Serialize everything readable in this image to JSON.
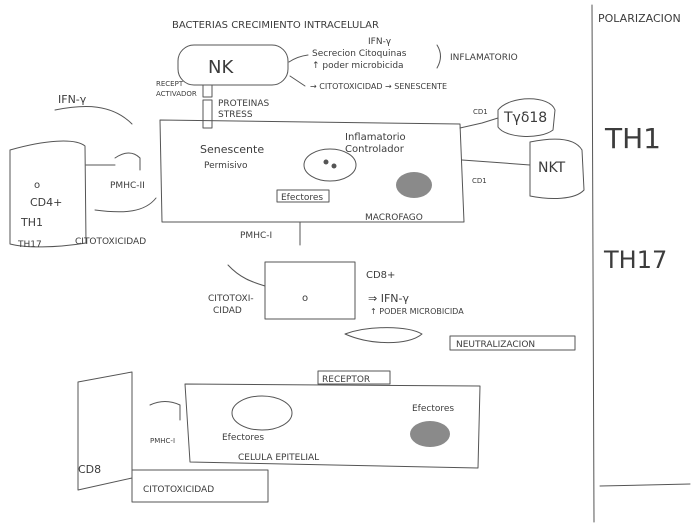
{
  "title": "BACTERIAS CRECIMIENTO INTRACELULAR",
  "sidebar": {
    "heading": "POLARIZACION",
    "th1": "TH1",
    "th17": "TH17"
  },
  "nk": {
    "label": "NK",
    "out_ifn": "IFN-γ",
    "out_secretion": "Secrecion Citoquinas",
    "out_power": "↑ poder microbicida",
    "inflammatory": "INFLAMATORIO",
    "cytotoxicity": "→ CITOTOXICIDAD → SENESCENTE",
    "receptor": "RECEPT ACTIVADOR",
    "stress": "PROTEINAS STRESS"
  },
  "cd4": {
    "ifn": "IFN-γ",
    "line1": "o",
    "line2": "CD4+",
    "line3": "TH1",
    "line4": "TH17",
    "pmhc": "PMHC-II",
    "cytotox": "CITOTOXICIDAD"
  },
  "macrophage": {
    "senescent": "Senescente",
    "permissive": "Permisivo",
    "inflammatory": "Inflamatorio",
    "controller": "Controlador",
    "effectors": "Efectores",
    "label": "MACROFAGO",
    "pmhc1": "PMHC-I"
  },
  "tgd": {
    "label": "Tγδ18",
    "cd1": "CD1"
  },
  "nkt": {
    "label": "NKT",
    "cd1": "CD1"
  },
  "cd8_top": {
    "label": "CD8+",
    "cytotox": "CITOTOXI-CIDAD",
    "cell": "o",
    "ifn": "⇒ IFN-γ",
    "power": "↑ PODER MICROBICIDA"
  },
  "antibody": {
    "neutralization": "NEUTRALIZACION",
    "receptor": "RECEPTOR"
  },
  "epithelial": {
    "label": "CELULA EPITELIAL",
    "effectors_left": "Efectores",
    "effectors_right": "Efectores",
    "pmhc1": "PMHC-I"
  },
  "cd8_bottom": {
    "label": "CD8",
    "cytotox": "CITOTOXICIDAD"
  }
}
